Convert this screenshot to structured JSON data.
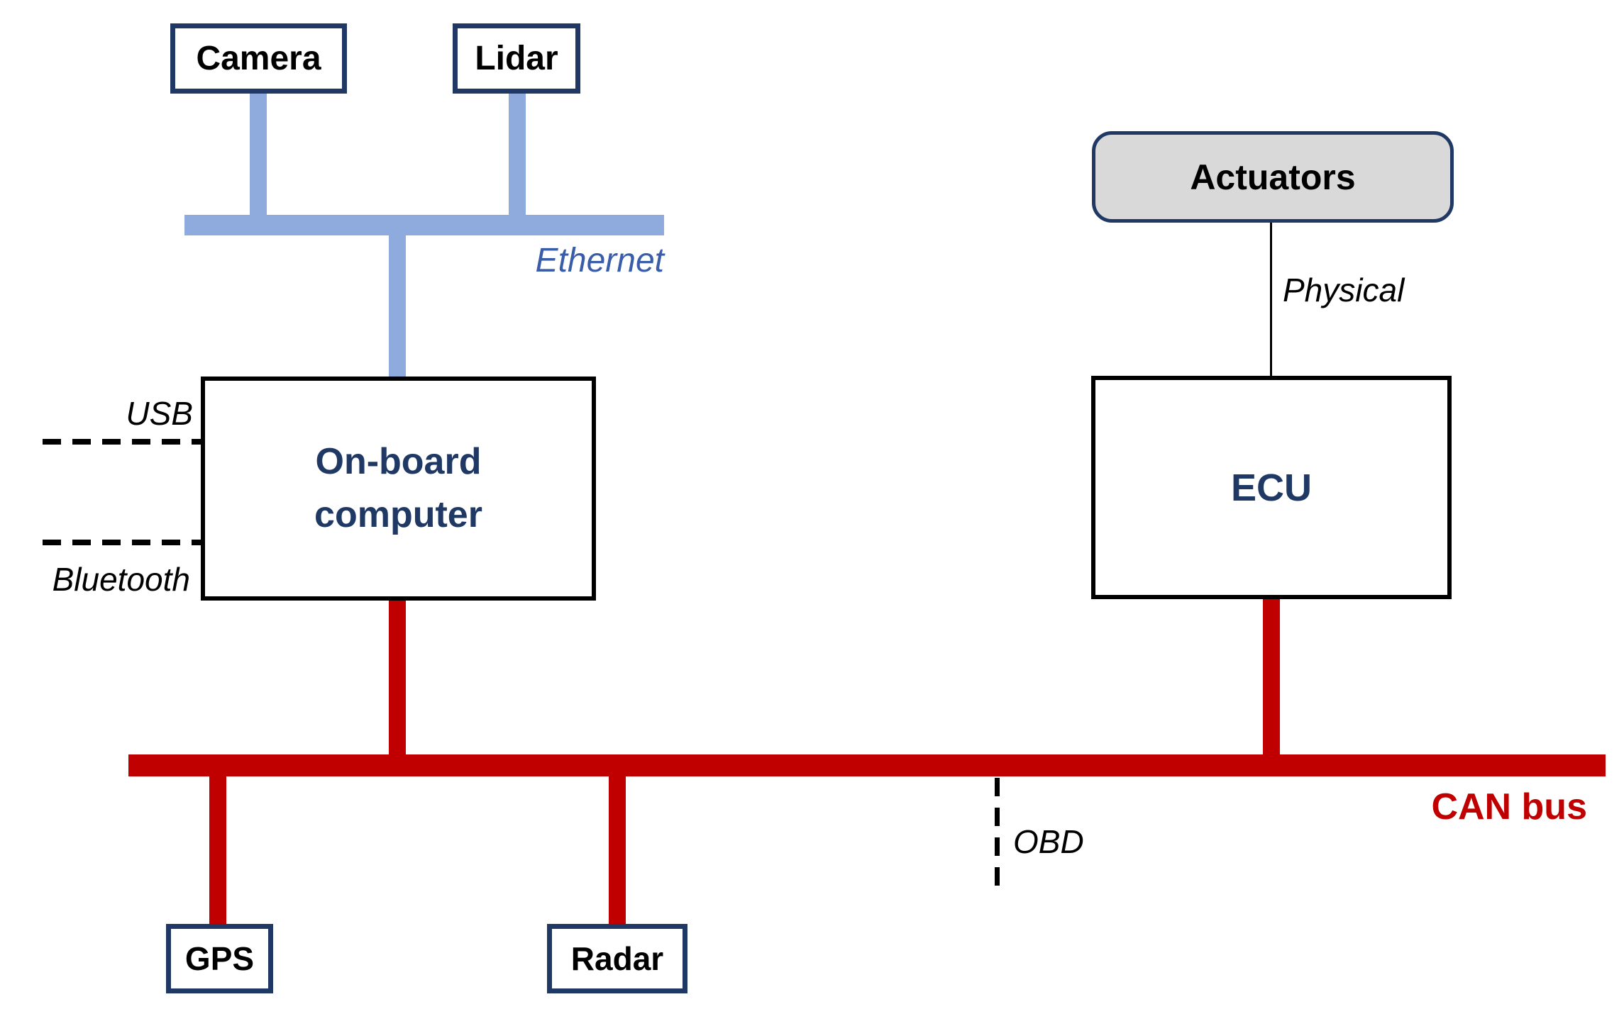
{
  "diagram": {
    "type": "system-architecture",
    "nodes": {
      "camera": {
        "label": "Camera"
      },
      "lidar": {
        "label": "Lidar"
      },
      "onboard_computer": {
        "label": "On-board computer"
      },
      "actuators": {
        "label": "Actuators"
      },
      "ecu": {
        "label": "ECU"
      },
      "gps": {
        "label": "GPS"
      },
      "radar": {
        "label": "Radar"
      }
    },
    "links": {
      "ethernet": {
        "label": "Ethernet"
      },
      "usb": {
        "label": "USB"
      },
      "bluetooth": {
        "label": "Bluetooth"
      },
      "physical": {
        "label": "Physical"
      },
      "obd": {
        "label": "OBD"
      },
      "can_bus": {
        "label": "CAN bus"
      }
    },
    "colors": {
      "navy_border_text": "#1F3864",
      "ethernet_line": "#8FAADC",
      "ethernet_label": "#3A5DA9",
      "can_red": "#C00000",
      "actuators_fill": "#D9D9D9",
      "black": "#000000"
    }
  }
}
